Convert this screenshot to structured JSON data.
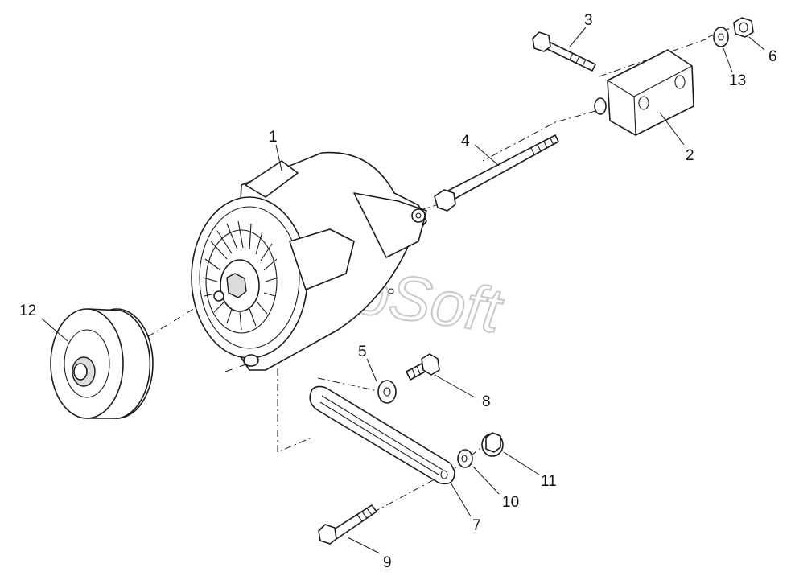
{
  "watermark": "AutoSoft",
  "callouts": {
    "p1": "1",
    "p2": "2",
    "p3": "3",
    "p4": "4",
    "p5": "5",
    "p6": "6",
    "p7": "7",
    "p8": "8",
    "p9": "9",
    "p10": "10",
    "p11": "11",
    "p12": "12",
    "p13": "13"
  }
}
